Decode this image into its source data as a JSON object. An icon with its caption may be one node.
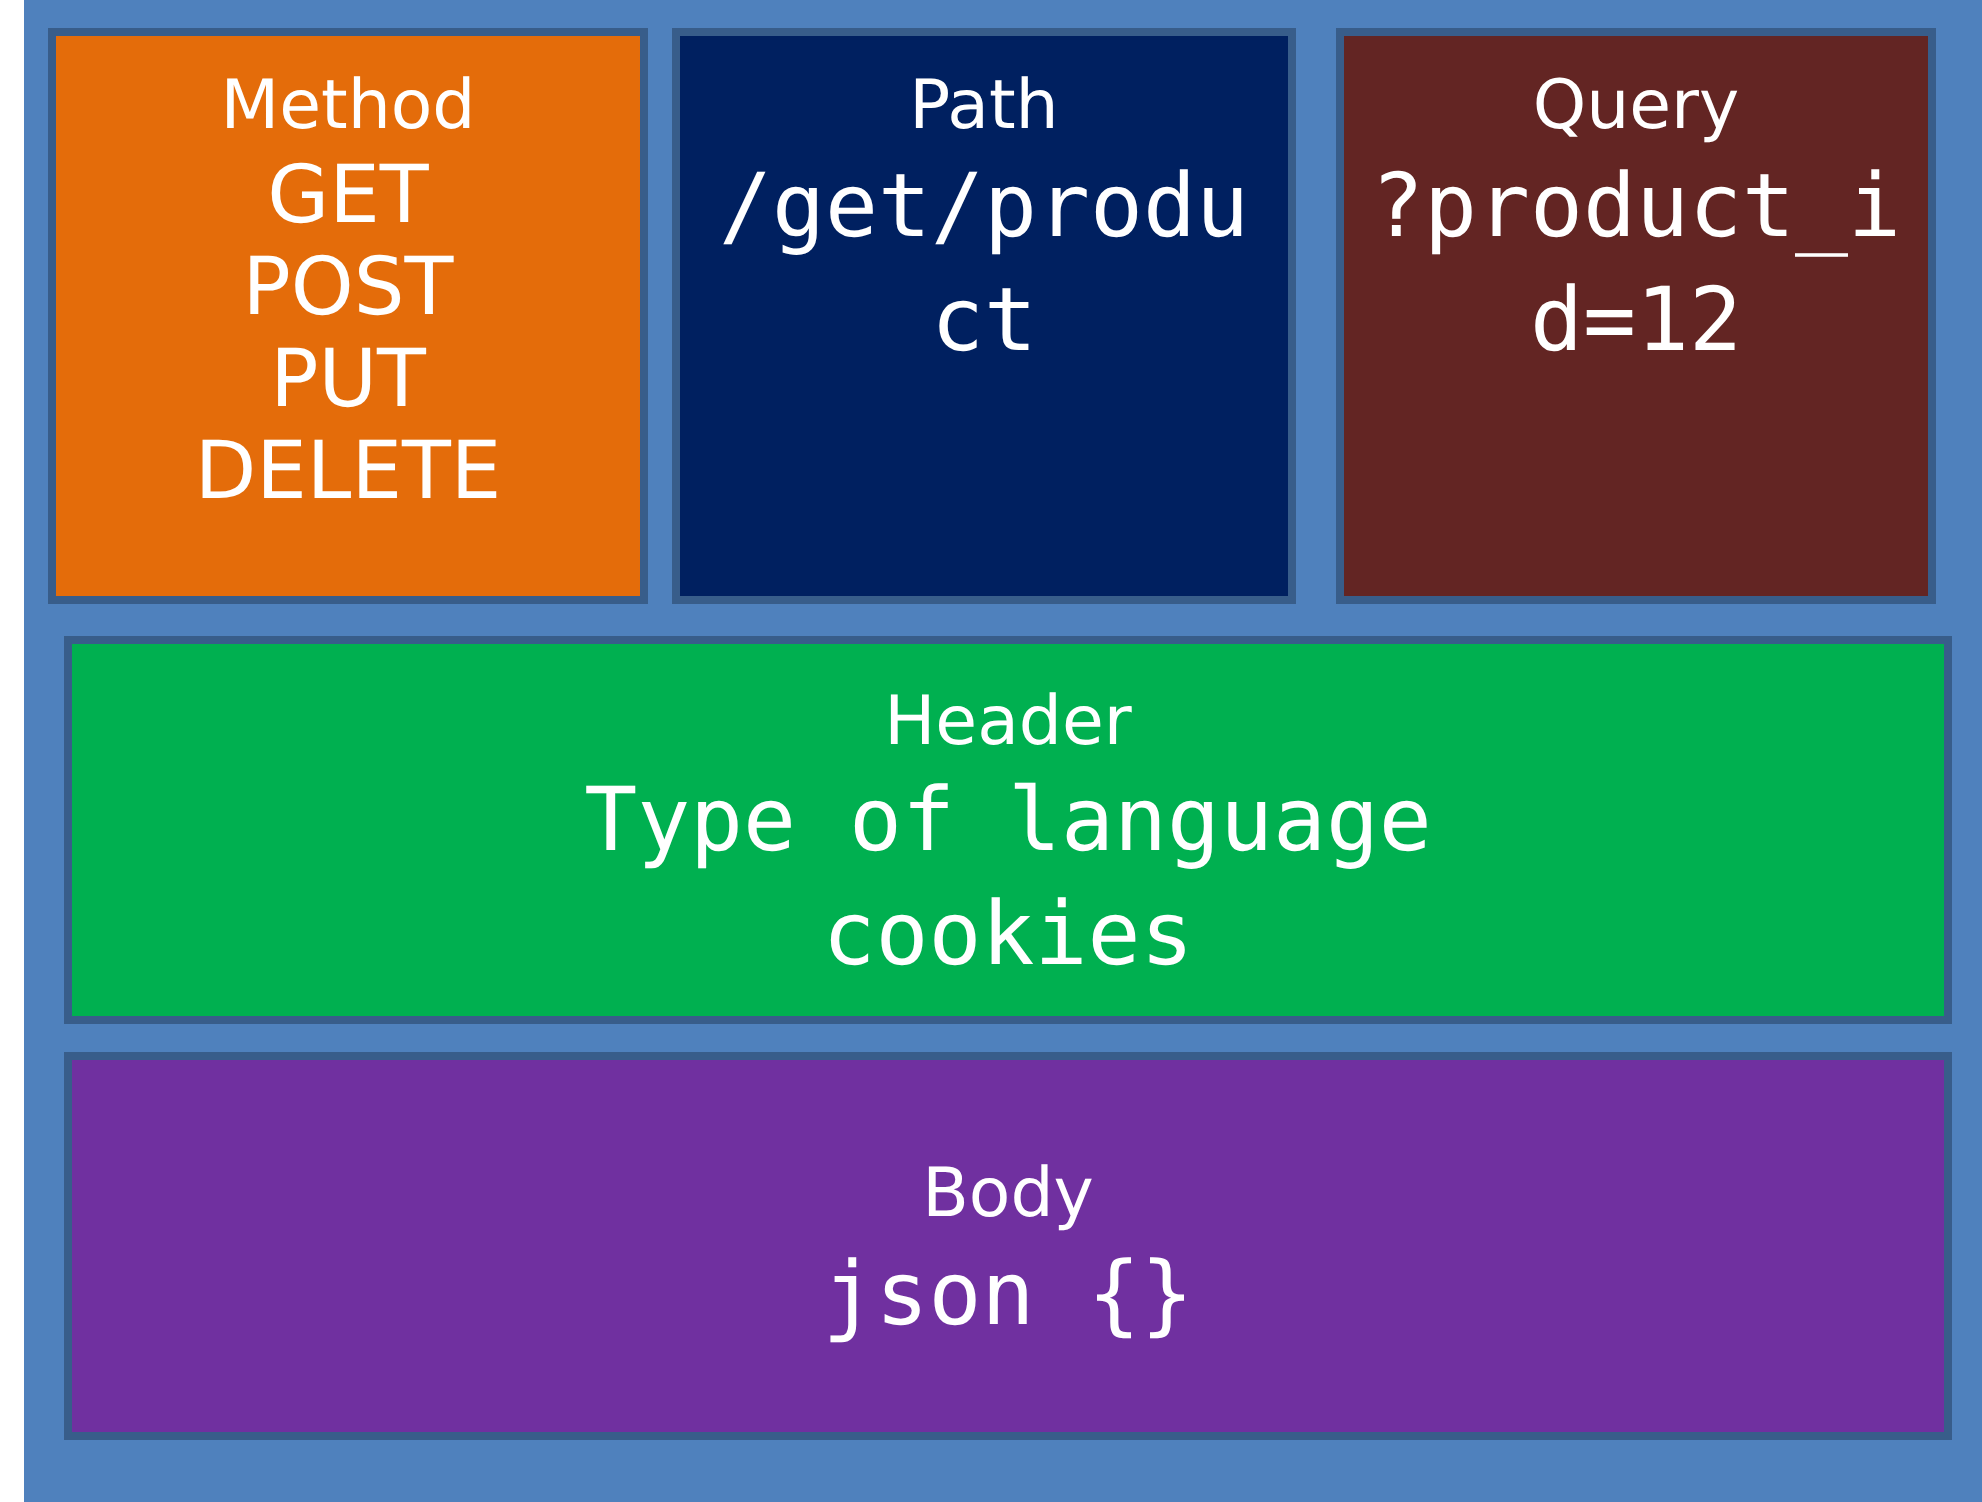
{
  "diagram": {
    "nodes": [
      {
        "text": [],
        "shape": "box"
      },
      {
        "text": [
          "Method",
          "GET",
          "POST",
          "PUT",
          "DELETE"
        ],
        "in": 0
      },
      {
        "text": [
          "Path",
          "/get/product"
        ],
        "in": 0
      },
      {
        "text": [
          "Query",
          "?product_id=12"
        ],
        "in": 0
      },
      {
        "text": [
          "Header",
          "Type of language",
          "cookies"
        ],
        "in": 0
      },
      {
        "text": [
          "Body",
          "json {}"
        ],
        "in": 0
      }
    ]
  }
}
